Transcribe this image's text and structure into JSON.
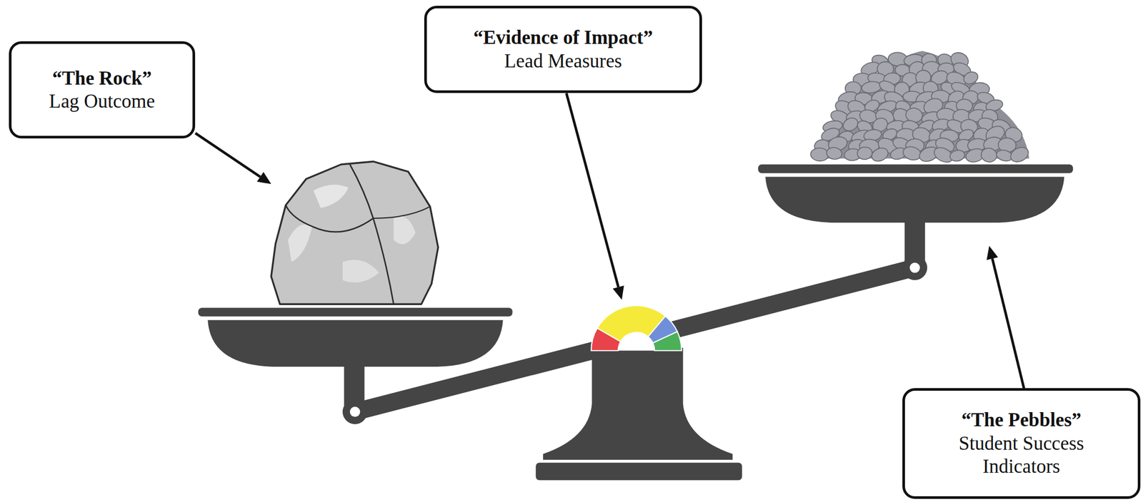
{
  "diagram": {
    "nodes": [
      {
        "text": [
          "“The Rock”",
          "Lag Outcome"
        ]
      },
      {
        "text": [
          "“Evidence of Impact”",
          "Lead Measures"
        ]
      },
      {
        "text": [
          "“The Pebbles”",
          "Student Success Indicators"
        ]
      }
    ]
  }
}
